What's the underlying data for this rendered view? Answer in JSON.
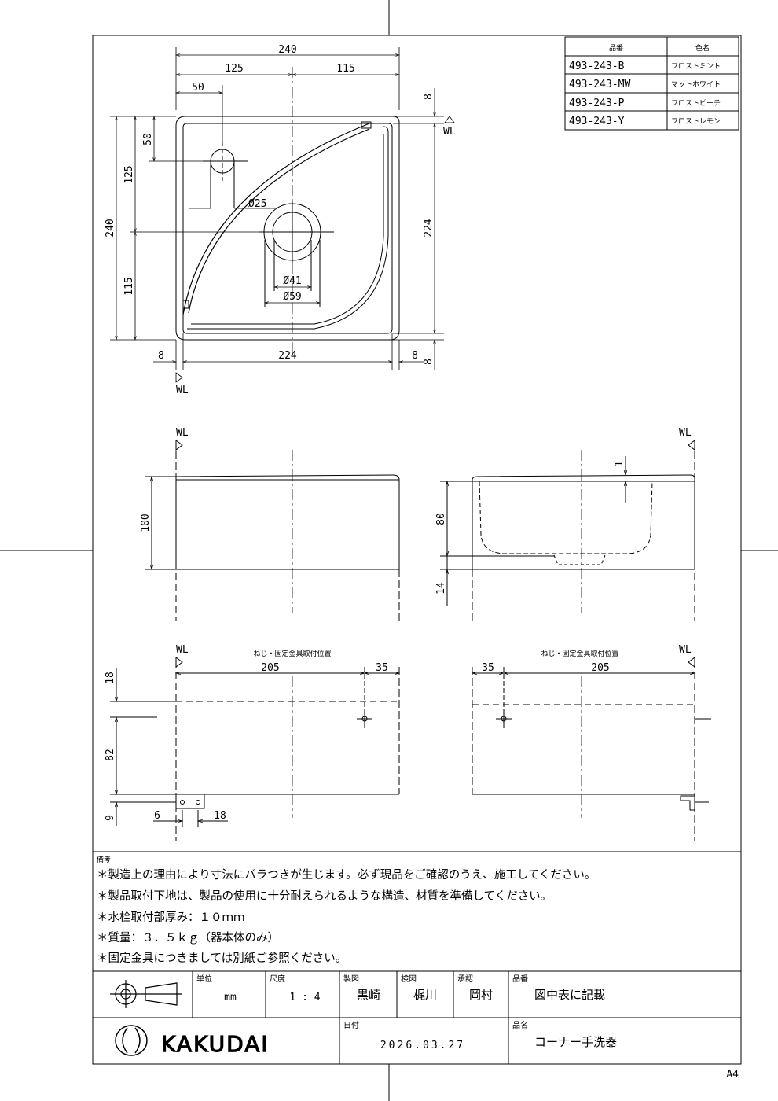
{
  "parts_table": {
    "header_part": "品番",
    "header_color": "色名",
    "rows": [
      {
        "part": "493-243-B",
        "color": "フロストミント"
      },
      {
        "part": "493-243-MW",
        "color": "マットホワイト"
      },
      {
        "part": "493-243-P",
        "color": "フロストピーチ"
      },
      {
        "part": "493-243-Y",
        "color": "フロストレモン"
      }
    ]
  },
  "dims": {
    "top_240": "240",
    "top_125": "125",
    "top_115": "115",
    "top_50": "50",
    "top_8": "8",
    "wl": "WL",
    "left_50": "50",
    "left_125": "125",
    "left_240": "240",
    "left_115": "115",
    "right_224": "224",
    "d25": "Ø25",
    "d41": "Ø41",
    "d59": "Ø59",
    "bot_8a": "8",
    "bot_224": "224",
    "bot_8b": "8",
    "bot_8c": "8",
    "front_100": "100",
    "side_80": "80",
    "side_14": "14",
    "side_1": "1",
    "mount_title": "ねじ・固定金具取付位置",
    "m_205a": "205",
    "m_35a": "35",
    "m_35b": "35",
    "m_205b": "205",
    "m_18": "18",
    "m_82": "82",
    "m_9": "9",
    "m_6": "6",
    "m_18b": "18"
  },
  "notes": {
    "title": "備考",
    "lines": [
      "＊製造上の理由により寸法にバラつきが生じます。必ず現品をご確認のうえ、施工してください。",
      "＊製品取付下地は、製品の使用に十分耐えられるような構造、材質を準備してください。",
      "＊水栓取付部厚み：１０ｍｍ",
      "＊質量：３．５ｋｇ（器本体のみ）",
      "＊固定金具につきましては別紙ご参照ください。"
    ]
  },
  "title_block": {
    "unit_label": "単位",
    "unit_value": "mm",
    "scale_label": "尺度",
    "scale_value": "1 : 4",
    "drawn_label": "製図",
    "drawn_value": "黒崎",
    "checked_label": "検図",
    "checked_value": "梶川",
    "approved_label": "承認",
    "approved_value": "岡村",
    "part_label": "品番",
    "part_value": "図中表に記載",
    "date_label": "日付",
    "date_value": "2026.03.27",
    "name_label": "品名",
    "name_value": "コーナー手洗器",
    "brand": "KAKUDAI",
    "sheet_size": "A4"
  }
}
